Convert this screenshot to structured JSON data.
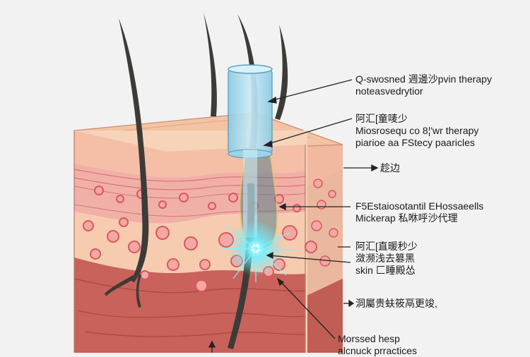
{
  "labels": {
    "l1": {
      "line1": "Q-swosned 週邊沙pvin therapy",
      "line2": "noteasvedrytior"
    },
    "l2": {
      "line1": "阿汇[童唛少",
      "line2": "Miosrosequ co 8¦'wr therapy",
      "line3": "piarioe aa FStecy paaricles"
    },
    "l3": {
      "line1": "趁边"
    },
    "l4": {
      "line1": "F5Estaiosotantil EHossaeells",
      "line2": "Mickerap 私咻呼沙代理"
    },
    "l5": {
      "line1": "阿汇[直暖秒少",
      "line2": "潋濒浅去篡黑",
      "line3": "skin 匚睡殿怂"
    },
    "l6": {
      "line1": "洞屬贵蚨筱鬲更竣,"
    },
    "l7": {
      "line1": "Morssed hesp",
      "line2": "alcnuck prractices"
    }
  },
  "colors": {
    "epidermis_top": "#f3c3a3",
    "dermis_pink": "#f0b3a9",
    "follicle_zone": "#f6cbb0",
    "cell_ring": "#d9585e",
    "deep_layer": "#c9625a",
    "hair": "#3d3b38",
    "probe_glass": "#a8d9ec",
    "laser_glow": "#6ff0ff"
  }
}
